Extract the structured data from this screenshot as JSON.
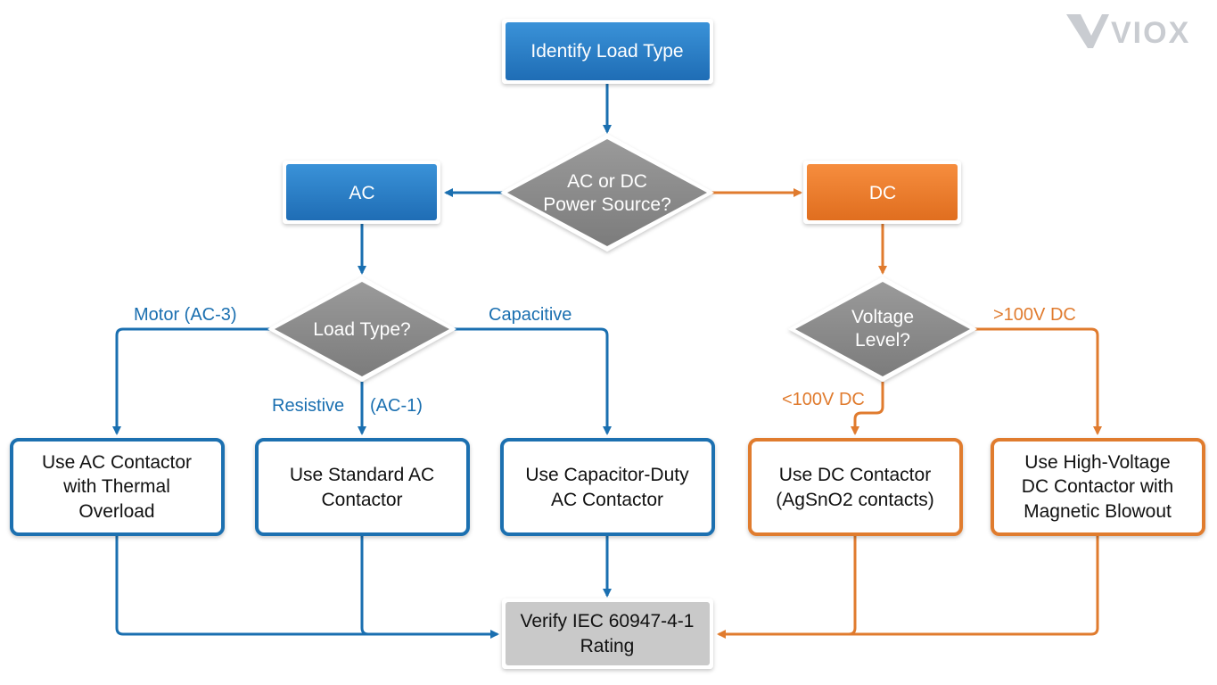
{
  "logo": {
    "text": "VIOX"
  },
  "colors": {
    "blue": "#1a6fb0",
    "blue_fill": "#2f84cc",
    "orange": "#e07b2e",
    "orange_fill": "#f08030",
    "gray": "#8a8a8a",
    "gray_fill": "#c9c9c9"
  },
  "nodes": {
    "identify_load_type": "Identify Load Type",
    "power_source": [
      "AC or DC",
      "Power Source?"
    ],
    "ac": "AC",
    "dc": "DC",
    "load_type": "Load Type?",
    "voltage_level": [
      "Voltage",
      "Level?"
    ],
    "ac_thermal": [
      "Use AC Contactor",
      "with Thermal",
      "Overload"
    ],
    "ac_standard": [
      "Use Standard AC",
      "Contactor"
    ],
    "ac_capacitor": [
      "Use Capacitor-Duty",
      "AC Contactor"
    ],
    "dc_contactor": [
      "Use DC Contactor",
      "(AgSnO2 contacts)"
    ],
    "dc_high_voltage": [
      "Use High-Voltage",
      "DC Contactor with",
      "Magnetic Blowout"
    ],
    "verify": [
      "Verify IEC 60947-4-1",
      "Rating"
    ]
  },
  "edge_labels": {
    "motor": "Motor (AC-3)",
    "capacitive": "Capacitive",
    "resistive": "Resistive",
    "ac1": "(AC-1)",
    "under_100v": "<100V DC",
    "over_100v": ">100V DC"
  }
}
